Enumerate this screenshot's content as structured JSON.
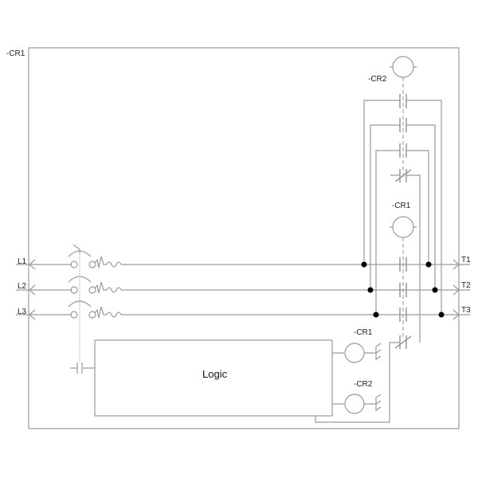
{
  "diagram": {
    "frame_label": "-CR1",
    "lines": {
      "inputs": [
        "L1",
        "L2",
        "L3"
      ],
      "outputs": [
        "T1",
        "T2",
        "T3"
      ]
    },
    "relays": {
      "cr2_top_coil": "-CR2",
      "cr1_mid_coil": "-CR1",
      "cr1_logic_coil": "-CR1",
      "cr2_logic_coil": "-CR2"
    },
    "logic_block": {
      "label": "Logic"
    },
    "colors": {
      "wire": "#9a9a9a",
      "junction": "#000000",
      "text": "#222222"
    }
  }
}
